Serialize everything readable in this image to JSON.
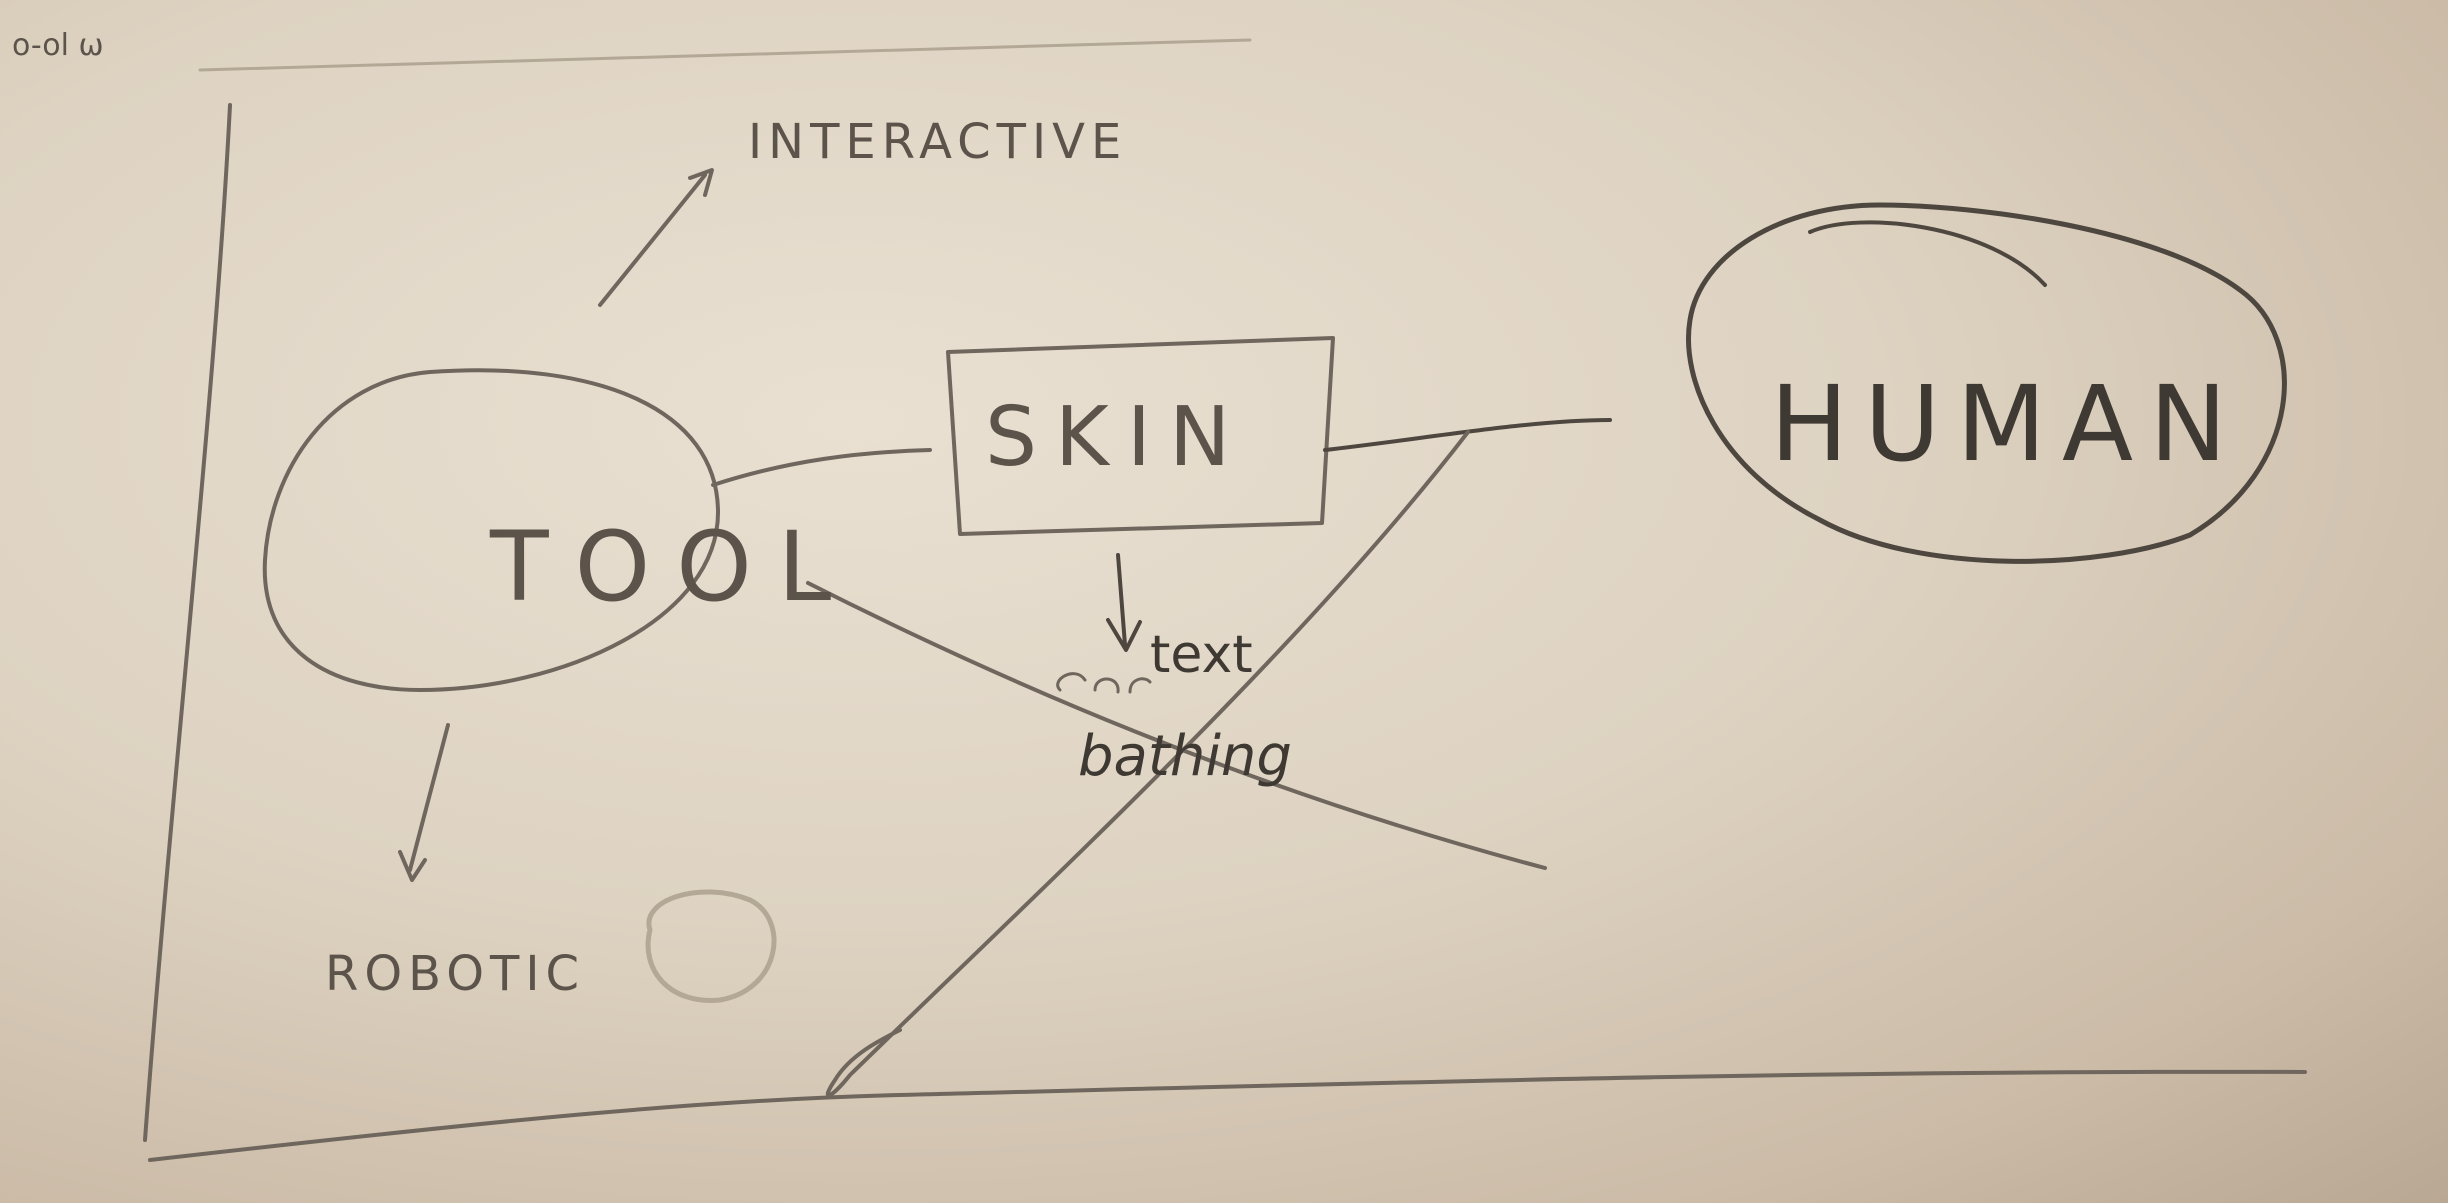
{
  "sketch": {
    "nodes": {
      "tool": "TOOL",
      "skin": "SKIN",
      "human": "HUMAN"
    },
    "annotations": {
      "interactive": "INTERACTIVE",
      "robotic": "ROBOTIC",
      "text_line1": "text",
      "text_line2": "bathing",
      "corner_note": "o-ol ω"
    }
  }
}
